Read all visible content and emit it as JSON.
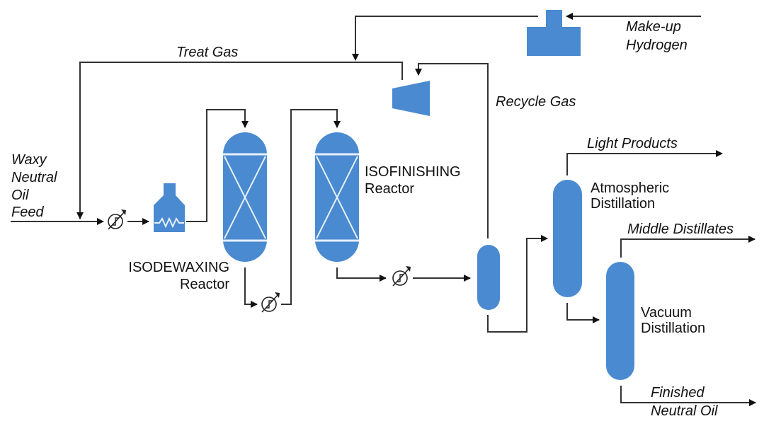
{
  "diagram": {
    "title": "Isodewaxing Process Flow",
    "colors": {
      "equipment": "#4a8ad0",
      "lines": "#333333",
      "internals": "#e6f0fb"
    },
    "streams": {
      "feed": [
        "Waxy",
        "Neutral",
        "Oil",
        "Feed"
      ],
      "treat_gas": "Treat Gas",
      "makeup_h2": [
        "Make-up",
        "Hydrogen"
      ],
      "recycle_gas": "Recycle Gas",
      "light_products": "Light Products",
      "middle_distillates": "Middle Distillates",
      "finished_oil": [
        "Finished",
        "Neutral Oil"
      ]
    },
    "equipment": {
      "isodewaxing": [
        "ISODEWAXING",
        "Reactor"
      ],
      "isofinishing": [
        "ISOFINISHING",
        "Reactor"
      ],
      "atmospheric": [
        "Atmospheric",
        "Distillation"
      ],
      "vacuum": [
        "Vacuum",
        "Distillation"
      ]
    }
  }
}
